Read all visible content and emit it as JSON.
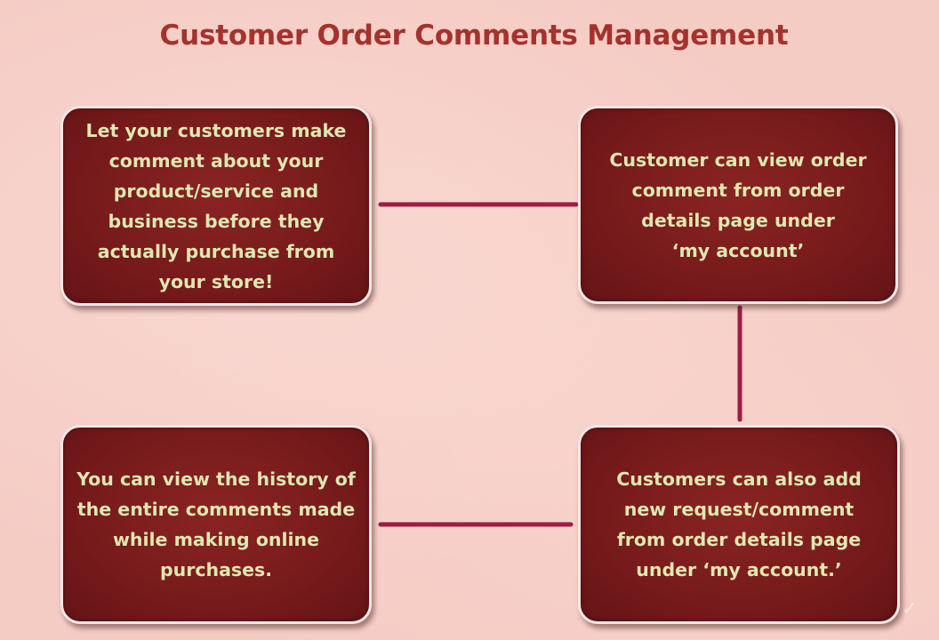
{
  "title": "Customer Order Comments Management",
  "colors": {
    "background": "#f5ccc4",
    "title": "#a5322c",
    "box_fill": "#771a1b",
    "box_border": "#f2e6e6",
    "box_text": "#dfe7b0",
    "connector": "#9c1d45"
  },
  "boxes": {
    "top_left": "Let your customers make\ncomment about your\nproduct/service and\nbusiness before they\nactually purchase from\nyour store!",
    "top_right": "Customer can view order\ncomment from order\ndetails page under\n‘my account’",
    "bottom_right": "Customers can also add\nnew request/comment\nfrom order details page\nunder ‘my account.’",
    "bottom_left": "You can view the history of\nthe entire comments made\nwhile making online\npurchases."
  }
}
